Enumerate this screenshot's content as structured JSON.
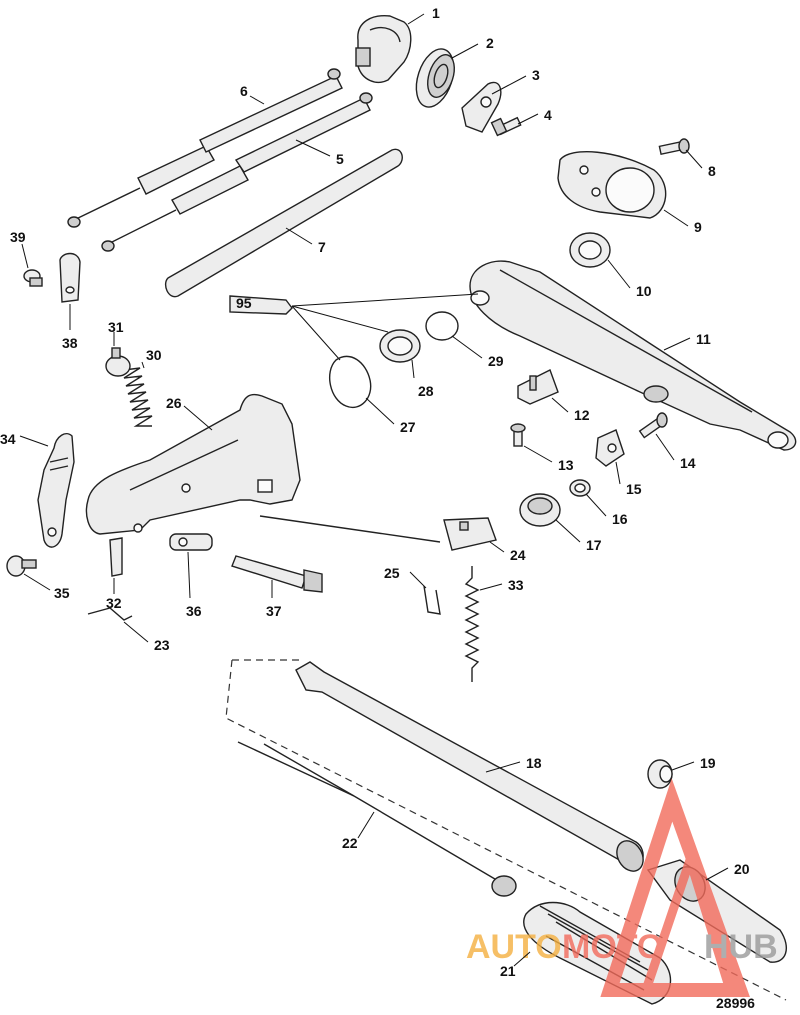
{
  "diagram": {
    "figure_number": "28996",
    "sealant_label": "95",
    "callouts": [
      "1",
      "2",
      "3",
      "4",
      "5",
      "6",
      "7",
      "8",
      "9",
      "10",
      "11",
      "12",
      "13",
      "14",
      "15",
      "16",
      "17",
      "18",
      "19",
      "20",
      "21",
      "22",
      "23",
      "24",
      "25",
      "26",
      "27",
      "28",
      "29",
      "30",
      "31",
      "32",
      "33",
      "34",
      "35",
      "36",
      "37",
      "38",
      "39"
    ]
  },
  "watermark": {
    "text_part1": "AUTO",
    "text_part2": "MOTO",
    "text_part3": "HUB",
    "color_primary": "#f26b5b",
    "color_accent": "#f5b041",
    "color_secondary": "#9a9a9a"
  }
}
